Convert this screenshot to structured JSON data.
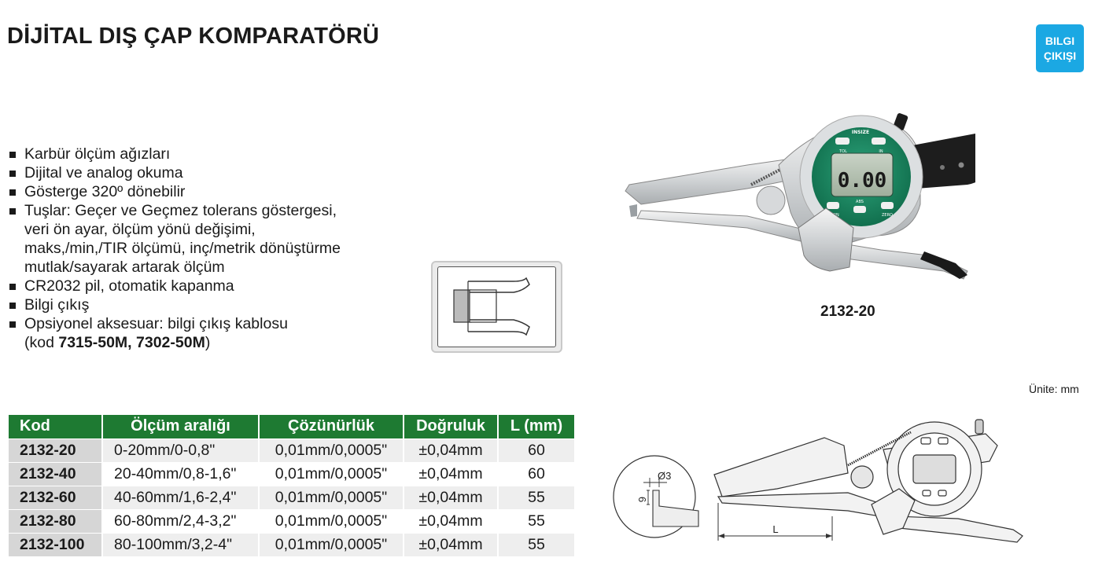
{
  "header": {
    "title": "DİJİTAL DIŞ ÇAP KOMPARATÖRÜ",
    "badge_line1": "BILGI",
    "badge_line2": "ÇIKIŞI"
  },
  "features": {
    "f1": "Karbür ölçüm ağızları",
    "f2": "Dijital ve analog okuma",
    "f3": "Gösterge 320º dönebilir",
    "f4_l1": "Tuşlar: Geçer ve Geçmez tolerans göstergesi,",
    "f4_l2": "veri ön ayar, ölçüm yönü değişimi,",
    "f4_l3": "maks,/min,/TIR ölçümü, inç/metrik dönüştürme",
    "f4_l4": "mutlak/sayarak artarak ölçüm",
    "f5": "CR2032 pil, otomatik kapanma",
    "f6": "Bilgi çıkış",
    "f7_l1": "Opsiyonel aksesuar: bilgi çıkış kablosu",
    "f7_pre": "(kod ",
    "f7_codes": "7315-50M, 7302-50M",
    "f7_post": ")"
  },
  "product": {
    "model": "2132-20",
    "display_value": "0.00",
    "key_left": "TOL",
    "key_right": "IN",
    "key_bl": "M/MIN",
    "key_bm": "ABS",
    "key_br": "ZERO",
    "brand_mark": "INSIZE"
  },
  "unit_label": "Ünite: mm",
  "table": {
    "headers": [
      "Kod",
      "Ölçüm aralığı",
      "Çözünürlük",
      "Doğruluk",
      "L (mm)"
    ],
    "rows": [
      [
        "2132-20",
        "0-20mm/0-0,8\"",
        "0,01mm/0,0005\"",
        "±0,04mm",
        "60"
      ],
      [
        "2132-40",
        "20-40mm/0,8-1,6\"",
        "0,01mm/0,0005\"",
        "±0,04mm",
        "60"
      ],
      [
        "2132-60",
        "40-60mm/1,6-2,4\"",
        "0,01mm/0,0005\"",
        "±0,04mm",
        "55"
      ],
      [
        "2132-80",
        "60-80mm/2,4-3,2\"",
        "0,01mm/0,0005\"",
        "±0,04mm",
        "55"
      ],
      [
        "2132-100",
        "80-100mm/3,2-4\"",
        "0,01mm/0,0005\"",
        "±0,04mm",
        "55"
      ]
    ]
  },
  "drawing": {
    "diameter_label": "Ø3",
    "height_label": "6",
    "length_label": "L"
  }
}
